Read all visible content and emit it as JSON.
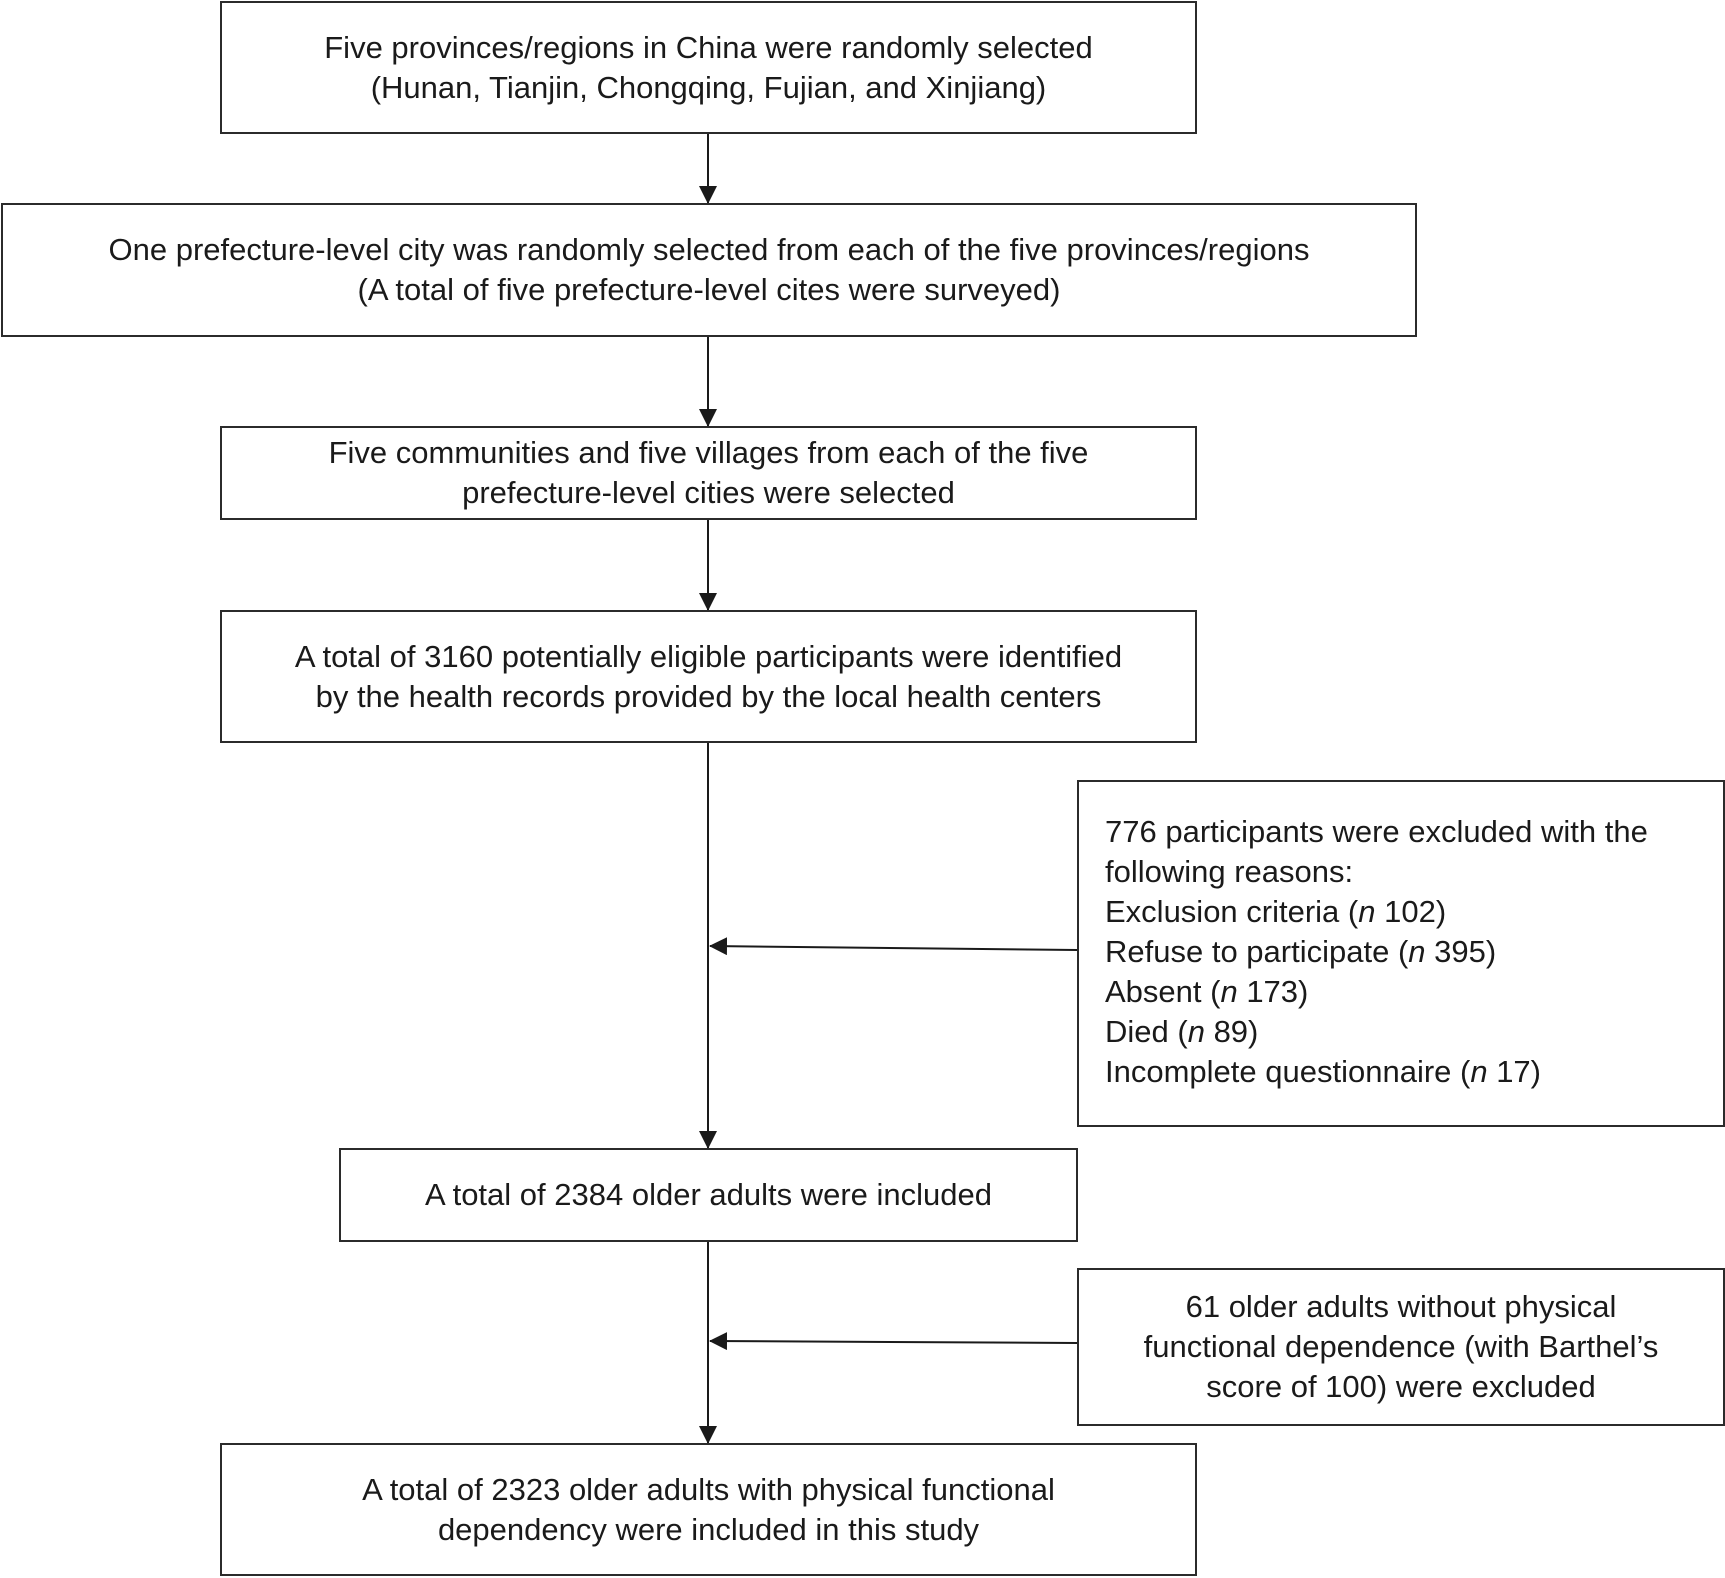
{
  "boxes": {
    "b1": {
      "lines": [
        "Five provinces/regions in China were randomly selected",
        "(Hunan, Tianjin, Chongqing, Fujian, and Xinjiang)"
      ]
    },
    "b2": {
      "lines": [
        "One prefecture-level city was randomly selected from each of the five provinces/regions",
        "(A total of five prefecture-level cites were surveyed)"
      ]
    },
    "b3": {
      "lines": [
        "Five communities and five villages from each of the five",
        "prefecture-level cities were selected"
      ]
    },
    "b4": {
      "lines": [
        "A total of 3160 potentially eligible participants were identified",
        "by the health records provided by the local health centers"
      ]
    },
    "b5": {
      "intro": [
        "776 participants were excluded with the",
        "following reasons:"
      ],
      "n_symbol": "n",
      "reasons": [
        {
          "label": "Exclusion criteria (",
          "count": " 102)"
        },
        {
          "label": "Refuse to participate (",
          "count": " 395)"
        },
        {
          "label": "Absent (",
          "count": " 173)"
        },
        {
          "label": "Died (",
          "count": " 89)"
        },
        {
          "label": "Incomplete questionnaire (",
          "count": " 17)"
        }
      ]
    },
    "b6": {
      "lines": [
        "A total of 2384 older adults were included"
      ]
    },
    "b7": {
      "lines": [
        "61 older adults without physical",
        "functional dependence (with Barthel’s",
        "score of 100) were excluded"
      ]
    },
    "b8": {
      "lines": [
        "A total of  2323 older adults with physical functional",
        "dependency were included in this study"
      ]
    }
  }
}
